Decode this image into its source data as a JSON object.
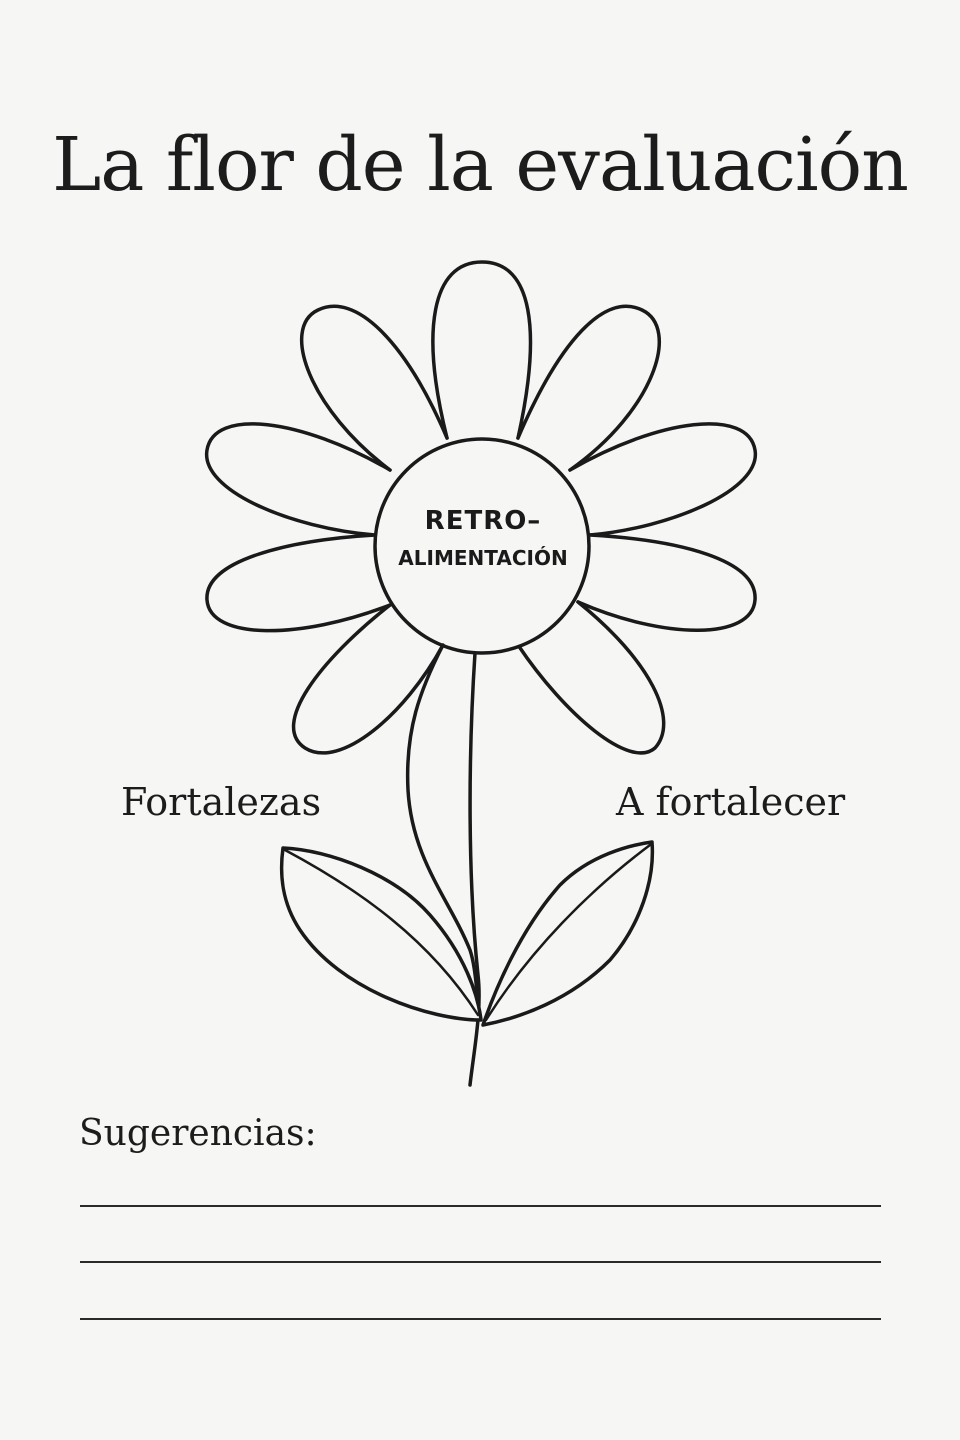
{
  "title": "La flor de la evaluación",
  "flower": {
    "center_line1": "RETRO–",
    "center_line2": "ALIMENTACIÓN",
    "left_leaf_label": "Fortalezas",
    "right_leaf_label": "A fortalecer"
  },
  "suggestions": {
    "heading": "Sugerencias:",
    "lines": 3
  },
  "colors": {
    "background": "#f6f6f5",
    "ink": "#1c1c1c"
  }
}
